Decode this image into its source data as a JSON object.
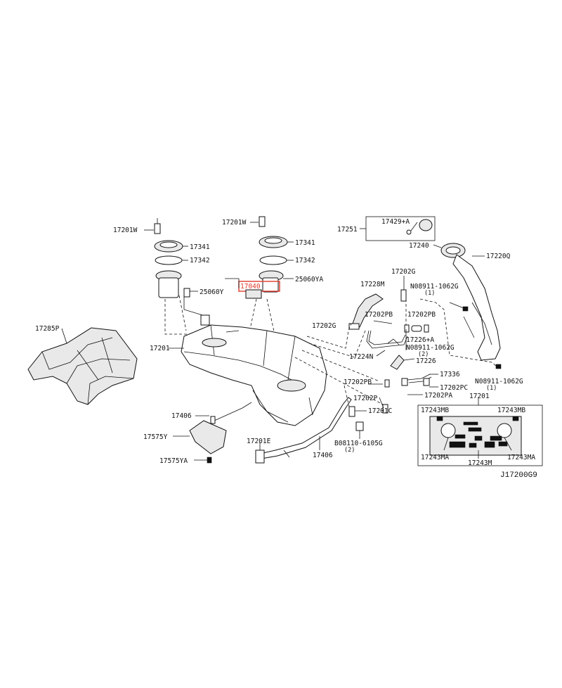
{
  "diagram": {
    "reference_code": "J17200G9",
    "highlight_color": "#e03a2c",
    "labels": {
      "p17201W_left": "17201W",
      "p17341_left": "17341",
      "p17342_left": "17342",
      "p25060Y": "25060Y",
      "p17285P": "17285P",
      "p17201_tank": "17201",
      "p17201W_right": "17201W",
      "p17341_right": "17341",
      "p17342_right": "17342",
      "p17040": "17040",
      "p25060YA": "25060YA",
      "p17251": "17251",
      "p17429A": "17429+A",
      "p17240": "17240",
      "p17220Q": "17220Q",
      "p17202G_top": "17202G",
      "p17228M": "17228M",
      "p08911_1": "N08911-1062G",
      "p08911_1_qty": "(1)",
      "p17202PB_a": "17202PB",
      "p17202PB_b": "17202PB",
      "p17202G_mid": "17202G",
      "p17226A": "17226+A",
      "p08911_2": "N08911-1062G",
      "p08911_2_qty": "(2)",
      "p17224N": "17224N",
      "p17226": "17226",
      "p17336": "17336",
      "p17202PB_c": "17202PB",
      "p08911_3": "N08911-1062G",
      "p08911_3_qty": "(1)",
      "p17202PC": "17202PC",
      "p17202PA": "17202PA",
      "p17202P": "17202P",
      "p17201_inset": "17201",
      "p17406_left": "17406",
      "p17201C": "17201C",
      "p17575Y": "17575Y",
      "p17201E": "17201E",
      "p08110": "B08110-6105G",
      "p08110_qty": "(2)",
      "p17575YA": "17575YA",
      "p17406_bottom": "17406",
      "inset_17243MB_left": "17243MB",
      "inset_17243MB_right": "17243MB",
      "inset_17243MA_left": "17243MA",
      "inset_17243MA_right": "17243MA",
      "inset_17243M": "17243M"
    }
  }
}
